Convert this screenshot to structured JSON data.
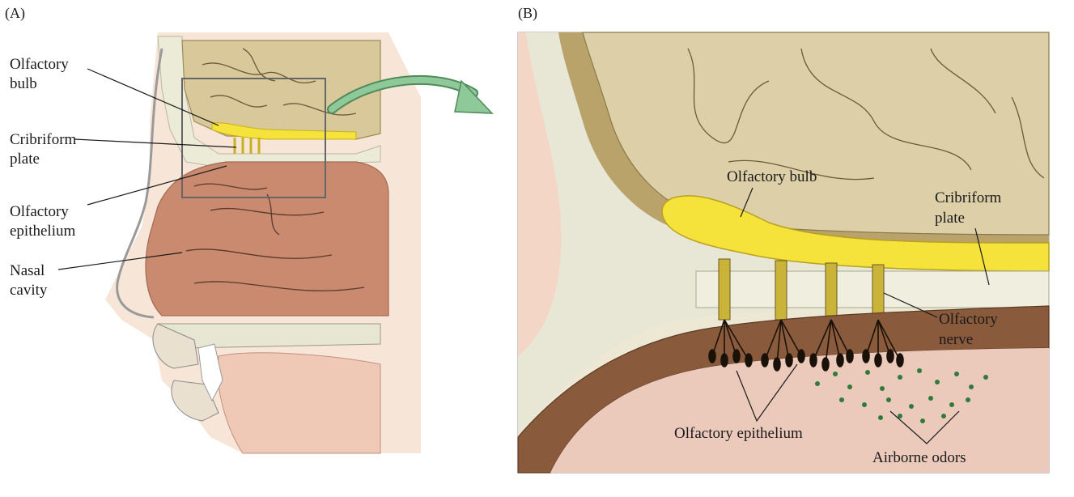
{
  "panels": {
    "a": "(A)",
    "b": "(B)"
  },
  "panel_a": {
    "olfactory_bulb": [
      "Olfactory",
      "bulb"
    ],
    "cribriform_plate": [
      "Cribriform",
      "plate"
    ],
    "olfactory_epithelium": [
      "Olfactory",
      "epithelium"
    ],
    "nasal_cavity": [
      "Nasal",
      "cavity"
    ]
  },
  "panel_b": {
    "olfactory_bulb": "Olfactory bulb",
    "cribriform_plate": [
      "Cribriform",
      "plate"
    ],
    "olfactory_nerve": [
      "Olfactory",
      "nerve"
    ],
    "olfactory_epithelium": "Olfactory epithelium",
    "airborne_odors": "Airborne odors"
  },
  "colors": {
    "brain": "#ddd0a8",
    "brain_dark": "#b9a36a",
    "bulb": "#f5e23a",
    "bone": "#e6e6d8",
    "cavity": "#c98a70",
    "mucosa": "#8a5a3c",
    "skin": "#f2d9c8",
    "arrow": "#8fc99a",
    "odor": "#2f7a3c"
  }
}
